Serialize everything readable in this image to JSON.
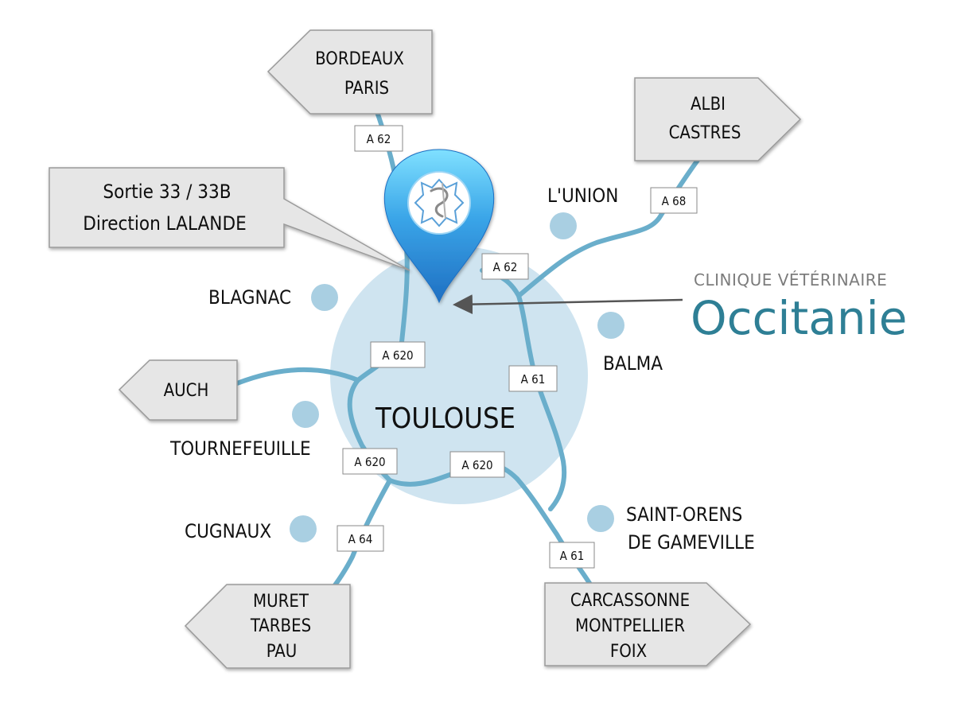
{
  "colors": {
    "road": "#6aaecb",
    "zone": "#cfe4f0",
    "dot": "#a9cfe2",
    "sign_fill": "#e6e6e6",
    "sign_stroke": "#9a9a9a",
    "brand": "#2e7f95",
    "pin": "#3aa5e8"
  },
  "center_city": "TOULOUSE",
  "signs": {
    "bordeaux": [
      "BORDEAUX",
      "PARIS"
    ],
    "albi": [
      "ALBI",
      "CASTRES"
    ],
    "auch": [
      "AUCH"
    ],
    "muret": [
      "MURET",
      "TARBES",
      "PAU"
    ],
    "carcassonne": [
      "CARCASSONNE",
      "MONTPELLIER",
      "FOIX"
    ]
  },
  "callout": [
    "Sortie 33 / 33B",
    "Direction LALANDE"
  ],
  "cities": {
    "lunion": "L'UNION",
    "blagnac": "BLAGNAC",
    "balma": "BALMA",
    "tournefeuille": "TOURNEFEUILLE",
    "cugnaux": "CUGNAUX",
    "saintorens_1": "SAINT-ORENS",
    "saintorens_2": "DE GAMEVILLE"
  },
  "highways": {
    "a62_north": "A 62",
    "a68": "A 68",
    "a62_east": "A 62",
    "a620_north": "A 620",
    "a61_east": "A 61",
    "a620_west": "A 620",
    "a620_south": "A 620",
    "a64": "A 64",
    "a61_south": "A 61"
  },
  "brand": {
    "subtitle": "CLINIQUE VÉTÉRINAIRE",
    "name": "Occitanie"
  },
  "pin_icon": "veterinary-logo-icon"
}
